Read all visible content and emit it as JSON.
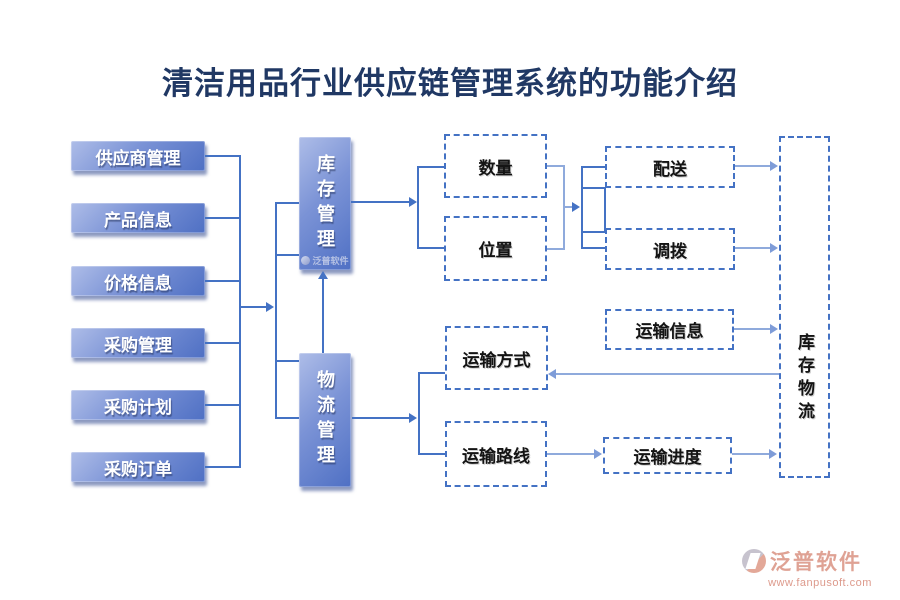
{
  "title": "清洁用品行业供应链管理系统的功能介绍",
  "left_column": [
    {
      "label": "供应商管理"
    },
    {
      "label": "产品信息"
    },
    {
      "label": "价格信息"
    },
    {
      "label": "采购管理"
    },
    {
      "label": "采购计划"
    },
    {
      "label": "采购订单"
    }
  ],
  "center_column": {
    "inventory": "库存管理",
    "logistics": "物流管理"
  },
  "inventory_branch": {
    "quantity": "数量",
    "location": "位置",
    "delivery": "配送",
    "transfer": "调拨",
    "transport_info": "运输信息"
  },
  "logistics_branch": {
    "transport_mode": "运输方式",
    "transport_route": "运输路线",
    "transport_progress": "运输进度"
  },
  "result_node": {
    "label": "库存物流"
  },
  "watermark": {
    "logo_text": "泛普软件"
  },
  "footer": {
    "brand": "泛普软件",
    "website": "www.fanpusoft.com"
  },
  "colors": {
    "accent": "#4472C4",
    "accent_light": "#8FAADC",
    "title": "#203864",
    "brand": "#DFA294"
  }
}
